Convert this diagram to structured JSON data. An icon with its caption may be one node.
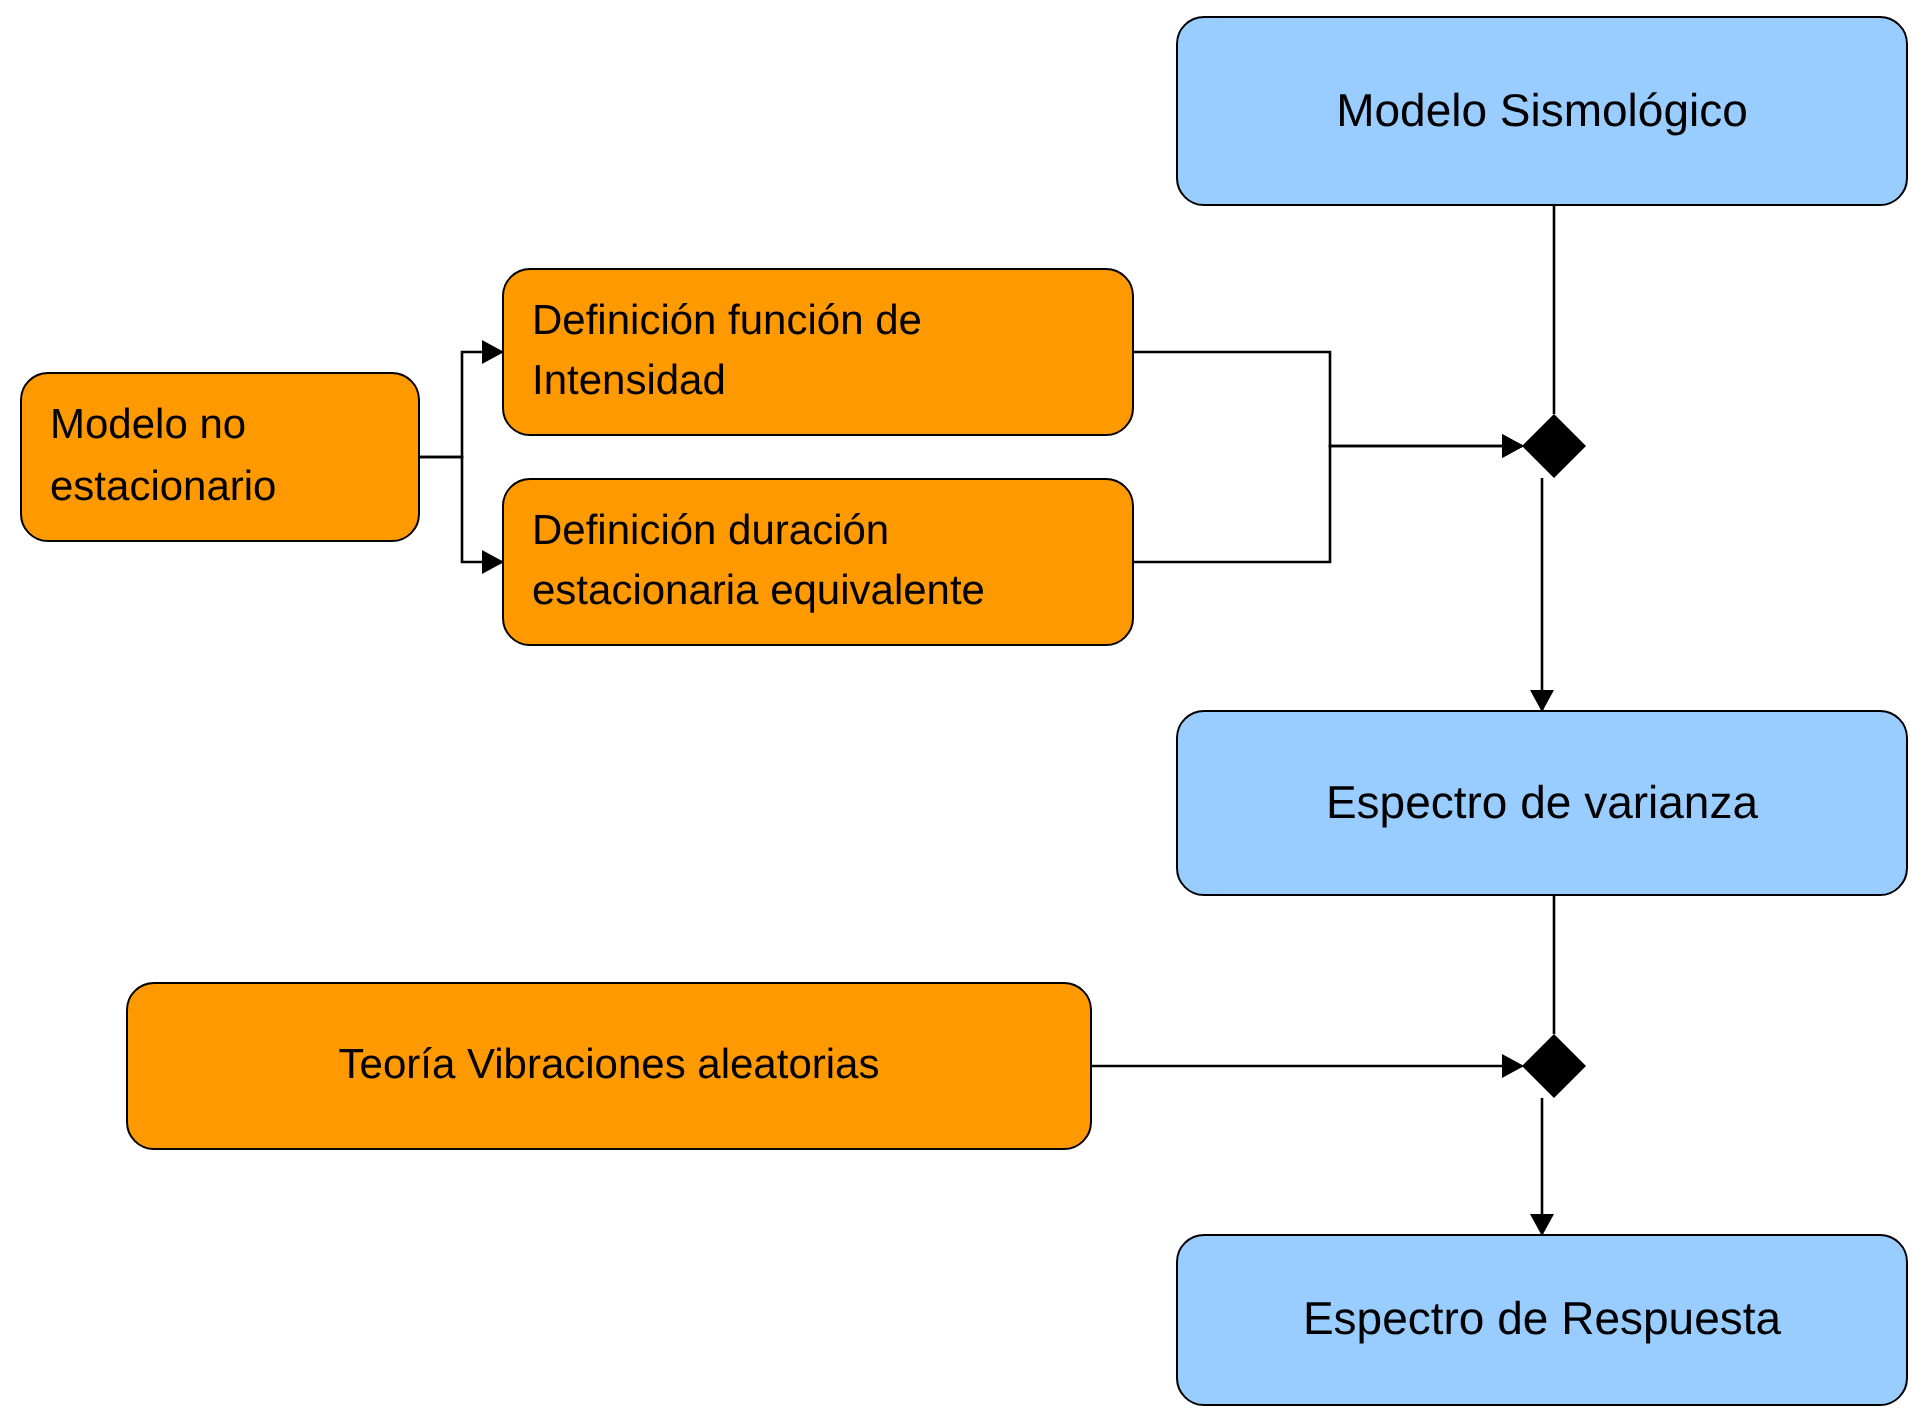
{
  "diagram": {
    "nodes": [
      {
        "text": [
          "Modelo Sismológico"
        ]
      },
      {
        "text": [
          "Modelo no estacionario"
        ]
      },
      {
        "text": [
          "Definición función de Intensidad"
        ]
      },
      {
        "text": [
          "Definición duración estacionaria equivalente"
        ]
      },
      {
        "text": [],
        "shape": "diamond"
      },
      {
        "text": [
          "Espectro de varianza"
        ]
      },
      {
        "text": [
          "Teoría Vibraciones aleatorias"
        ]
      },
      {
        "text": [],
        "shape": "diamond"
      },
      {
        "text": [
          "Espectro de Respuesta"
        ]
      }
    ],
    "edges": [
      {
        "from": 1,
        "to": 2,
        "arrow": "to"
      },
      {
        "from": 1,
        "to": 3,
        "arrow": "to"
      },
      {
        "from": 0,
        "to": 4,
        "arrow": "none"
      },
      {
        "from": 2,
        "to": 4,
        "arrow": "to"
      },
      {
        "from": 3,
        "to": 4,
        "arrow": "to"
      },
      {
        "from": 4,
        "to": 5,
        "arrow": "to"
      },
      {
        "from": 5,
        "to": 7,
        "arrow": "none"
      },
      {
        "from": 6,
        "to": 7,
        "arrow": "to"
      },
      {
        "from": 7,
        "to": 8,
        "arrow": "to"
      }
    ]
  }
}
